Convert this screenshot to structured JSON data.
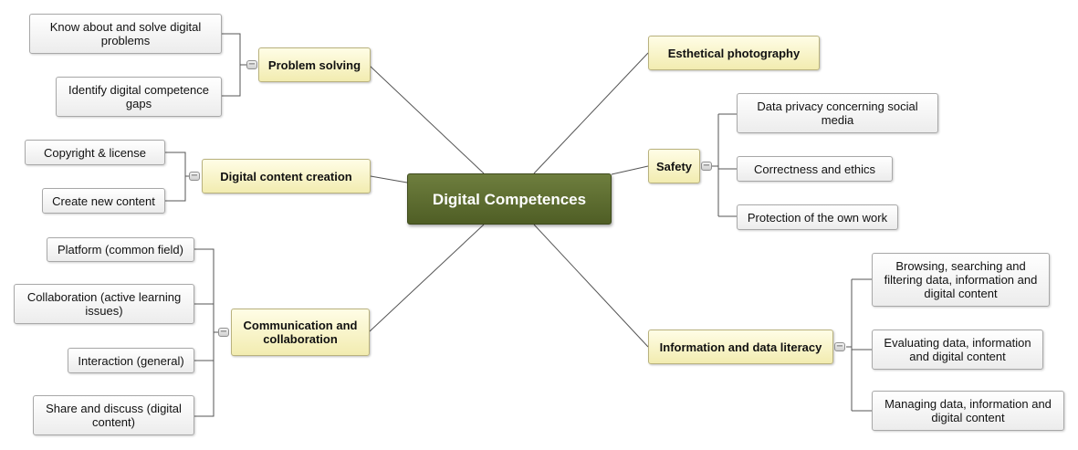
{
  "central": {
    "label": "Digital Competences"
  },
  "toggle_symbol": "−",
  "branches": {
    "problem_solving": {
      "label": "Problem solving",
      "children": [
        "Know about and solve digital problems",
        "Identify digital competence gaps"
      ]
    },
    "content_creation": {
      "label": "Digital content creation",
      "children": [
        "Copyright & license",
        "Create new content"
      ]
    },
    "communication": {
      "label": "Communication and collaboration",
      "children": [
        "Platform (common field)",
        "Collaboration (active learning issues)",
        "Interaction (general)",
        "Share and discuss (digital content)"
      ]
    },
    "photography": {
      "label": "Esthetical photography",
      "children": []
    },
    "safety": {
      "label": "Safety",
      "children": [
        "Data privacy concerning social media",
        "Correctness and ethics",
        "Protection of the own work"
      ]
    },
    "info_literacy": {
      "label": "Information and data literacy",
      "children": [
        "Browsing, searching and filtering data, information and digital content",
        "Evaluating data, information and digital content",
        "Managing data, information and digital content"
      ]
    }
  },
  "colors": {
    "central_fill": "#5e6d30",
    "main_fill": "#f8f3c9",
    "sub_fill": "#f4f4f4",
    "connector": "#555555"
  }
}
